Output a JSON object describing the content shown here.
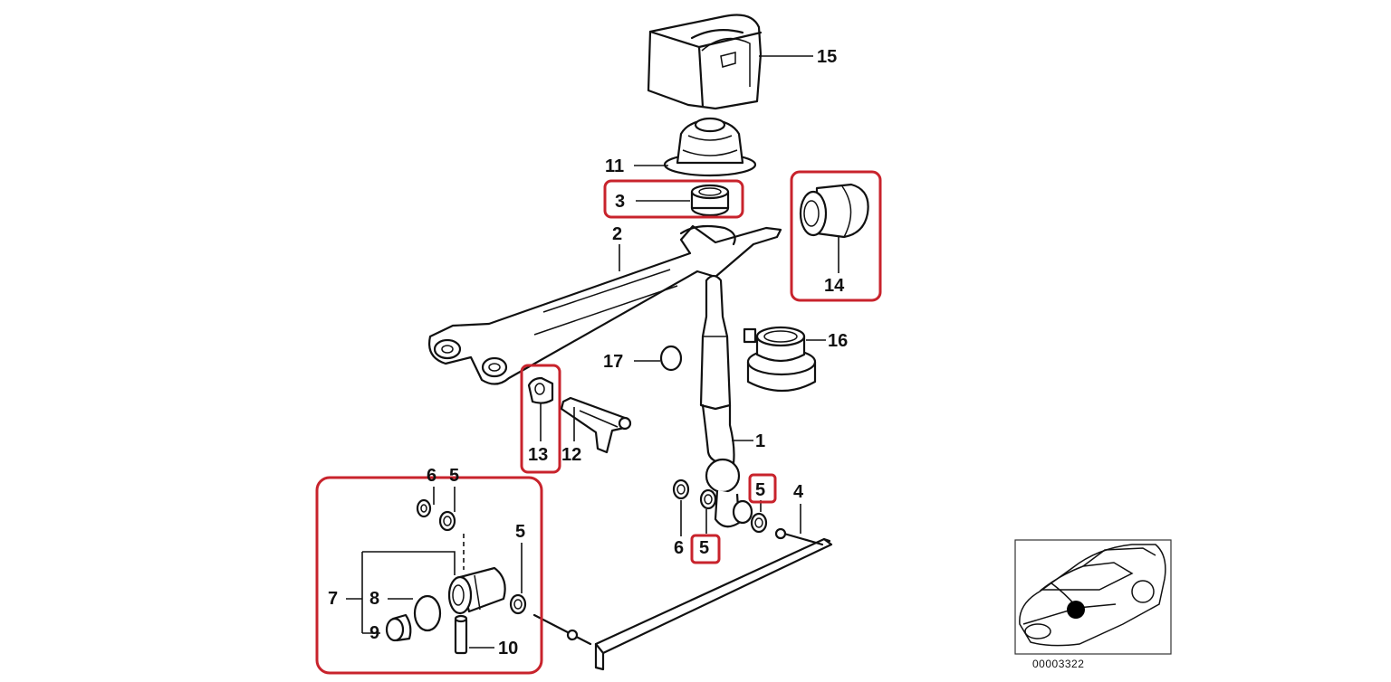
{
  "diagram": {
    "callouts": {
      "c15": "15",
      "c11": "11",
      "c3": "3",
      "c2": "2",
      "c14": "14",
      "c16": "16",
      "c17": "17",
      "c1": "1",
      "c13": "13",
      "c12": "12",
      "c4": "4",
      "c6a": "6",
      "c5a": "5",
      "c6b": "6",
      "c5b": "5",
      "c5c": "5",
      "c5d": "5",
      "c7": "7",
      "c8": "8",
      "c9": "9",
      "c10": "10"
    },
    "reference_number": "00003322",
    "highlight_color": "#c8232c",
    "locator_marker_color": "#000000"
  }
}
